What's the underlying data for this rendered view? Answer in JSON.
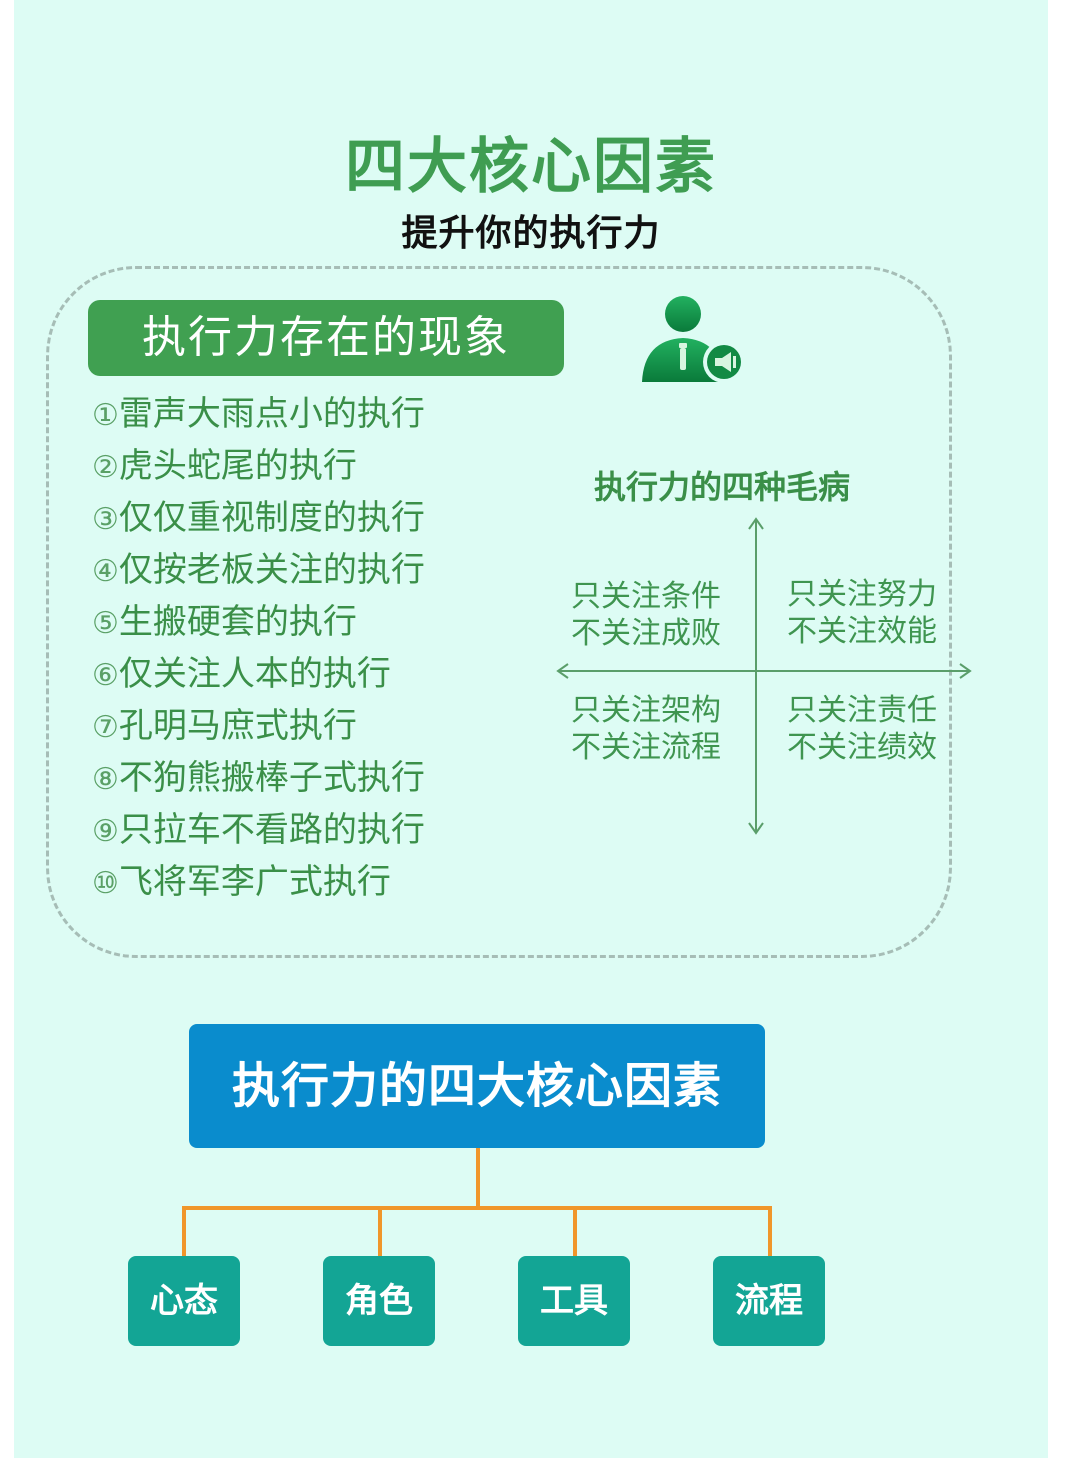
{
  "header": {
    "title": "四大核心因素",
    "subtitle": "提升你的执行力"
  },
  "phenomena": {
    "heading": "执行力存在的现象",
    "icon": "person-megaphone-icon",
    "items": [
      {
        "num": "①",
        "text": "雷声大雨点小的执行"
      },
      {
        "num": "②",
        "text": "虎头蛇尾的执行"
      },
      {
        "num": "③",
        "text": "仅仅重视制度的执行"
      },
      {
        "num": "④",
        "text": "仅按老板关注的执行"
      },
      {
        "num": "⑤",
        "text": "生搬硬套的执行"
      },
      {
        "num": "⑥",
        "text": "仅关注人本的执行"
      },
      {
        "num": "⑦",
        "text": "孔明马庶式执行"
      },
      {
        "num": "⑧",
        "text": "不狗熊搬棒子式执行"
      },
      {
        "num": "⑨",
        "text": "只拉车不看路的执行"
      },
      {
        "num": "⑩",
        "text": "飞将军李广式执行"
      }
    ]
  },
  "quadrant": {
    "title": "执行力的四种毛病",
    "top_left": {
      "line1": "只关注条件",
      "line2": "不关注成败"
    },
    "top_right": {
      "line1": "只关注努力",
      "line2": "不关注效能"
    },
    "bottom_left": {
      "line1": "只关注架构",
      "line2": "不关注流程"
    },
    "bottom_right": {
      "line1": "只关注责任",
      "line2": "不关注绩效"
    }
  },
  "core_factors": {
    "root": "执行力的四大核心因素",
    "leaves": [
      "心态",
      "角色",
      "工具",
      "流程"
    ]
  },
  "colors": {
    "background": "#ddfcf4",
    "green": "#40a051",
    "blue": "#0a8ccd",
    "teal": "#13a595",
    "orange_connector": "#f0962a"
  }
}
